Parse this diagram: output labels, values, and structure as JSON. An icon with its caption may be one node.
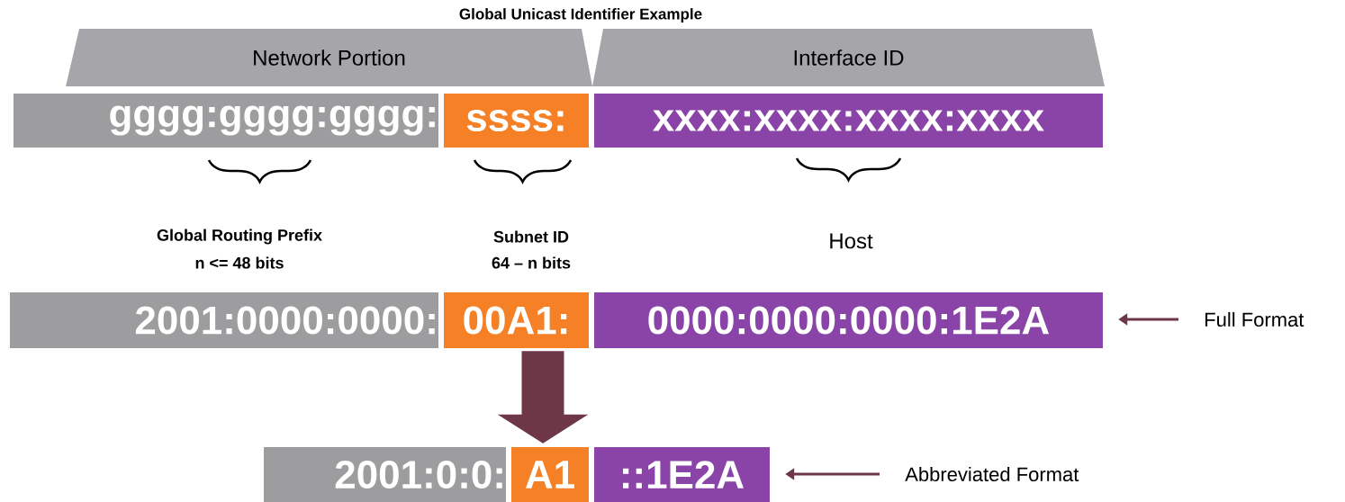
{
  "diagram": {
    "title": "Global Unicast Identifier Example",
    "nodes": [
      {
        "text": [
          "Network Portion"
        ]
      },
      {
        "text": [
          "Interface ID"
        ]
      },
      {
        "text": [
          "gggg:gggg:gggg:"
        ]
      },
      {
        "text": [
          "ssss:"
        ]
      },
      {
        "text": [
          "xxxx:xxxx:xxxx:xxxx"
        ]
      },
      {
        "text": [
          "2001:0000:0000:"
        ]
      },
      {
        "text": [
          "00A1:"
        ]
      },
      {
        "text": [
          "0000:0000:0000:1E2A"
        ]
      },
      {
        "text": [
          "2001:0:0:"
        ]
      },
      {
        "text": [
          "A1"
        ]
      },
      {
        "text": [
          "::1E2A"
        ]
      },
      {
        "text": [
          "Full Format"
        ]
      },
      {
        "text": [
          "Abbreviated Format"
        ]
      }
    ],
    "edges": [
      {
        "from": 11,
        "to": 7,
        "arrow": "to"
      },
      {
        "from": 6,
        "to": 9,
        "arrow": "to",
        "style": "thick"
      },
      {
        "from": 12,
        "to": 10,
        "arrow": "to"
      }
    ],
    "labels": [
      "Global Routing Prefix",
      "n <= 48 bits",
      "Subnet ID",
      "64 – n bits",
      "Host"
    ]
  }
}
